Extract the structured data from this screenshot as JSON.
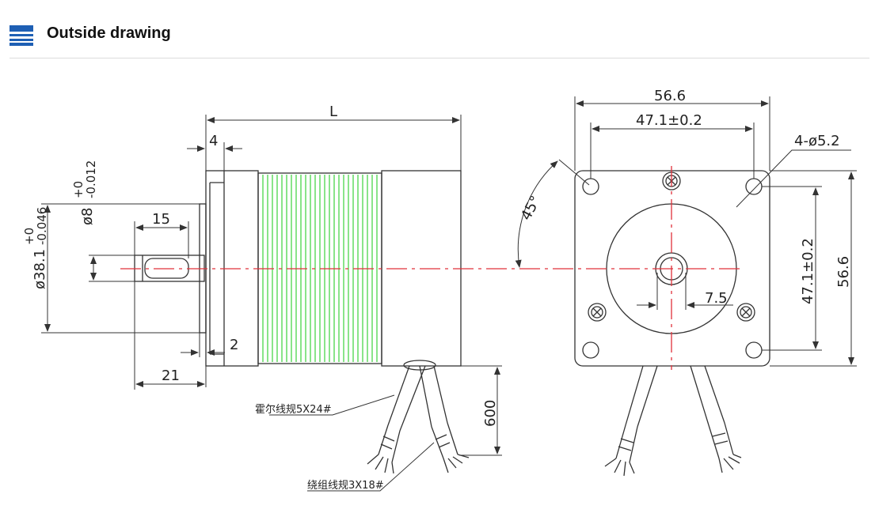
{
  "header": {
    "title": "Outside drawing",
    "icon": "section-icon",
    "accent": "#1e5fb4"
  },
  "side_view": {
    "length": "L",
    "flange_thickness": "4",
    "shaft_dia": "ø8",
    "shaft_tol_upper": "+0",
    "shaft_tol_lower": "-0.012",
    "boss_dia": "ø38.1",
    "boss_tol_upper": "+0",
    "boss_tol_lower": "-0.046",
    "key_length": "15",
    "boss_height": "2",
    "shaft_length": "21",
    "lead_length": "600",
    "hall_cable_note": "霍尔线规5X24#",
    "winding_cable_note": "绕组线规3X18#"
  },
  "front_view": {
    "width": "56.6",
    "hole_spacing_h": "47.1±0.2",
    "holes": "4-ø5.2",
    "angle": "45°",
    "hole_spacing_v": "47.1±0.2",
    "height": "56.6",
    "shaft_flat": "7.5"
  },
  "colors": {
    "line": "#333333",
    "centerline": "#e0303a",
    "winding": "#3bd23b"
  }
}
